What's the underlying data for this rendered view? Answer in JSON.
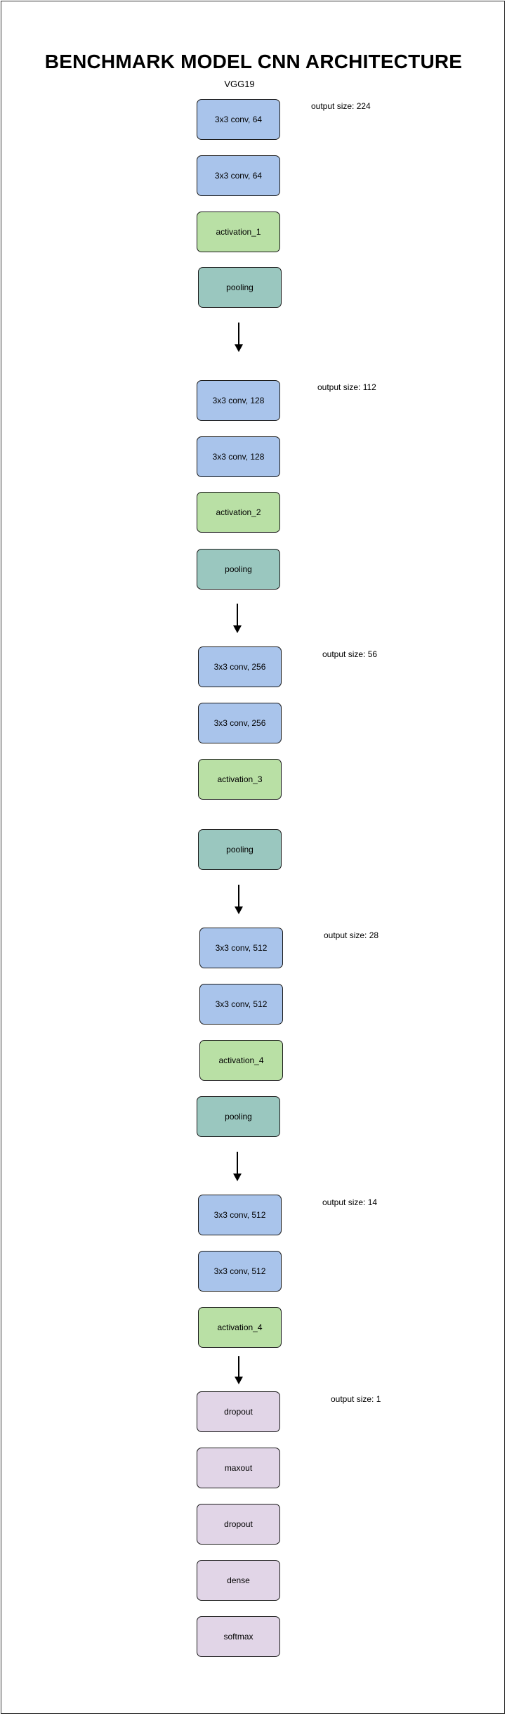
{
  "title": "BENCHMARK MODEL CNN ARCHITECTURE",
  "subtitle": "VGG19",
  "nodes": [
    {
      "label": "3x3 conv, 64",
      "kind": "conv"
    },
    {
      "label": "3x3 conv, 64",
      "kind": "conv"
    },
    {
      "label": "activation_1",
      "kind": "activation"
    },
    {
      "label": "pooling",
      "kind": "pooling"
    },
    {
      "label": "3x3 conv, 128",
      "kind": "conv"
    },
    {
      "label": "3x3 conv, 128",
      "kind": "conv"
    },
    {
      "label": "activation_2",
      "kind": "activation"
    },
    {
      "label": "pooling",
      "kind": "pooling"
    },
    {
      "label": "3x3 conv, 256",
      "kind": "conv"
    },
    {
      "label": "3x3 conv, 256",
      "kind": "conv"
    },
    {
      "label": "activation_3",
      "kind": "activation"
    },
    {
      "label": "pooling",
      "kind": "pooling"
    },
    {
      "label": "3x3 conv, 512",
      "kind": "conv"
    },
    {
      "label": "3x3 conv, 512",
      "kind": "conv"
    },
    {
      "label": "activation_4",
      "kind": "activation"
    },
    {
      "label": "pooling",
      "kind": "pooling"
    },
    {
      "label": "3x3 conv, 512",
      "kind": "conv"
    },
    {
      "label": "3x3 conv, 512",
      "kind": "conv"
    },
    {
      "label": "activation_4",
      "kind": "activation"
    },
    {
      "label": "dropout",
      "kind": "head"
    },
    {
      "label": "maxout",
      "kind": "head"
    },
    {
      "label": "dropout",
      "kind": "head"
    },
    {
      "label": "dense",
      "kind": "head"
    },
    {
      "label": "softmax",
      "kind": "head"
    }
  ],
  "output_sizes": [
    "output size: 224",
    "output size: 112",
    "output size: 56",
    "output size: 28",
    "output size: 14",
    "output size: 1"
  ],
  "colors": {
    "conv": "#a9c4eb",
    "activation": "#b9e0a5",
    "pooling": "#9ac7bf",
    "head": "#e1d5e7",
    "border": "#1a1a1a"
  }
}
